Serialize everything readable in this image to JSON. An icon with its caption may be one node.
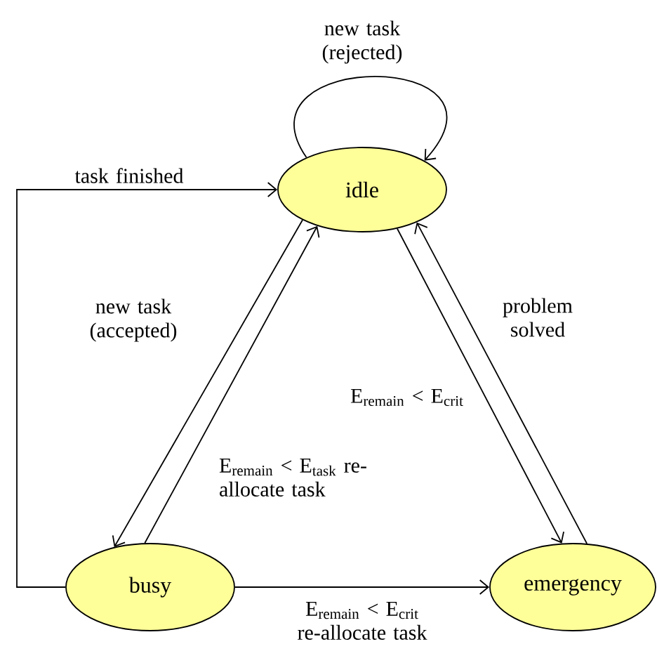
{
  "diagram": {
    "nodes": [
      {
        "text": [
          "idle"
        ]
      },
      {
        "text": [
          "busy"
        ]
      },
      {
        "text": [
          "emergency"
        ]
      }
    ],
    "edges": [
      {
        "from": 0,
        "to": 0,
        "arrow": "to",
        "label": "new task (rejected)"
      },
      {
        "from": 1,
        "to": 0,
        "arrow": "to",
        "label": "task finished"
      },
      {
        "from": 0,
        "to": 1,
        "arrow": "to",
        "label": "new task (accepted)"
      },
      {
        "from": 1,
        "to": 0,
        "arrow": "to",
        "label": "E$_{remain}$ < E$_{task}$ re-allocate task"
      },
      {
        "from": 0,
        "to": 2,
        "arrow": "to",
        "label": "E$_{remain}$ < E$_{crit}$"
      },
      {
        "from": 2,
        "to": 0,
        "arrow": "to",
        "label": "problem solved"
      },
      {
        "from": 1,
        "to": 2,
        "arrow": "to",
        "label": "E$_{remain}$ < E$_{crit}$ re-allocate task"
      }
    ]
  }
}
